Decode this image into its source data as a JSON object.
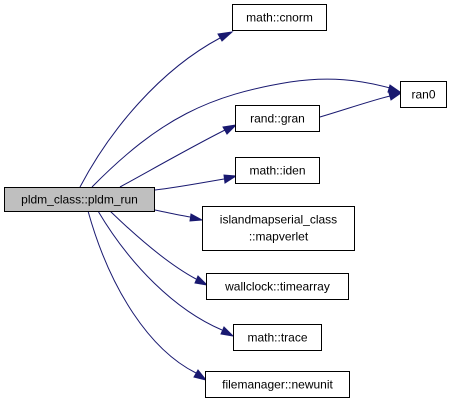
{
  "graph": {
    "edge_color": "#191970",
    "root_fill": "#bfbfbf",
    "node_fill": "#ffffff",
    "nodes": {
      "pldm_run": {
        "label": "pldm_class::pldm_run"
      },
      "cnorm": {
        "label": "math::cnorm"
      },
      "ran0": {
        "label": "ran0"
      },
      "gran": {
        "label": "rand::gran"
      },
      "iden": {
        "label": "math::iden"
      },
      "mapverlet": {
        "label_line1": "islandmapserial_class",
        "label_line2": "::mapverlet"
      },
      "timearray": {
        "label": "wallclock::timearray"
      },
      "trace": {
        "label": "math::trace"
      },
      "newunit": {
        "label": "filemanager::newunit"
      }
    },
    "edges": [
      {
        "from": "pldm_class::pldm_run",
        "to": "math::cnorm"
      },
      {
        "from": "pldm_class::pldm_run",
        "to": "ran0"
      },
      {
        "from": "pldm_class::pldm_run",
        "to": "rand::gran"
      },
      {
        "from": "pldm_class::pldm_run",
        "to": "math::iden"
      },
      {
        "from": "pldm_class::pldm_run",
        "to": "islandmapserial_class::mapverlet"
      },
      {
        "from": "pldm_class::pldm_run",
        "to": "wallclock::timearray"
      },
      {
        "from": "pldm_class::pldm_run",
        "to": "math::trace"
      },
      {
        "from": "pldm_class::pldm_run",
        "to": "filemanager::newunit"
      },
      {
        "from": "rand::gran",
        "to": "ran0"
      }
    ]
  }
}
